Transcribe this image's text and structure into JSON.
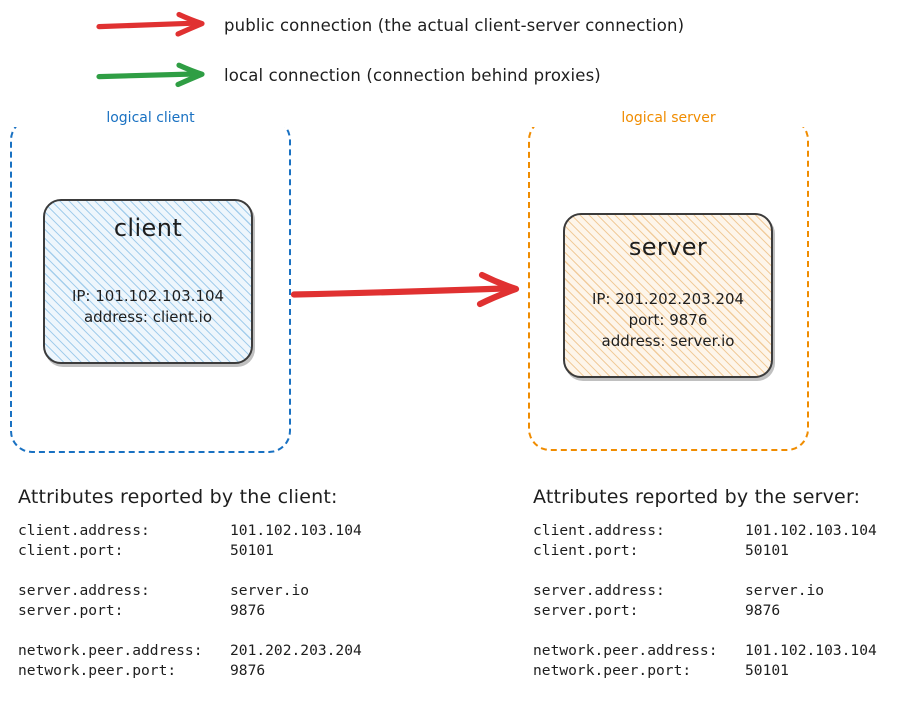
{
  "legend": {
    "items": [
      {
        "id": "public",
        "arrow_color": "#e03131",
        "label": "public connection (the actual client-server connection)"
      },
      {
        "id": "local",
        "arrow_color": "#2f9e44",
        "label": "local connection (connection behind proxies)"
      }
    ]
  },
  "diagram": {
    "client_group": {
      "label": "logical client",
      "color": "#1971c2",
      "node": {
        "title": "client",
        "props": "IP: 101.102.103.104\naddress: client.io",
        "fill": "#eef6fc",
        "hatch": "#85bde6",
        "stroke": "#3b3b3b"
      }
    },
    "server_group": {
      "label": "logical server",
      "color": "#f08c00",
      "node": {
        "title": "server",
        "props": "IP: 201.202.203.204\nport: 9876\naddress: server.io",
        "fill": "#fdf5ea",
        "hatch": "#eab26c",
        "stroke": "#3b3b3b"
      }
    },
    "connection_arrow": {
      "color": "#e03131",
      "direction": "client-to-server"
    }
  },
  "client_attributes": {
    "heading": "Attributes reported by the client:",
    "groups": [
      [
        {
          "key": "client.address:",
          "value": "101.102.103.104"
        },
        {
          "key": "client.port:",
          "value": "50101"
        }
      ],
      [
        {
          "key": "server.address:",
          "value": "server.io"
        },
        {
          "key": "server.port:",
          "value": "9876"
        }
      ],
      [
        {
          "key": "network.peer.address:",
          "value": "201.202.203.204"
        },
        {
          "key": "network.peer.port:",
          "value": "9876"
        }
      ]
    ]
  },
  "server_attributes": {
    "heading": "Attributes reported by the server:",
    "groups": [
      [
        {
          "key": "client.address:",
          "value": "101.102.103.104"
        },
        {
          "key": "client.port:",
          "value": "50101"
        }
      ],
      [
        {
          "key": "server.address:",
          "value": "server.io"
        },
        {
          "key": "server.port:",
          "value": "9876"
        }
      ],
      [
        {
          "key": "network.peer.address:",
          "value": "101.102.103.104"
        },
        {
          "key": "network.peer.port:",
          "value": "50101"
        }
      ]
    ]
  }
}
